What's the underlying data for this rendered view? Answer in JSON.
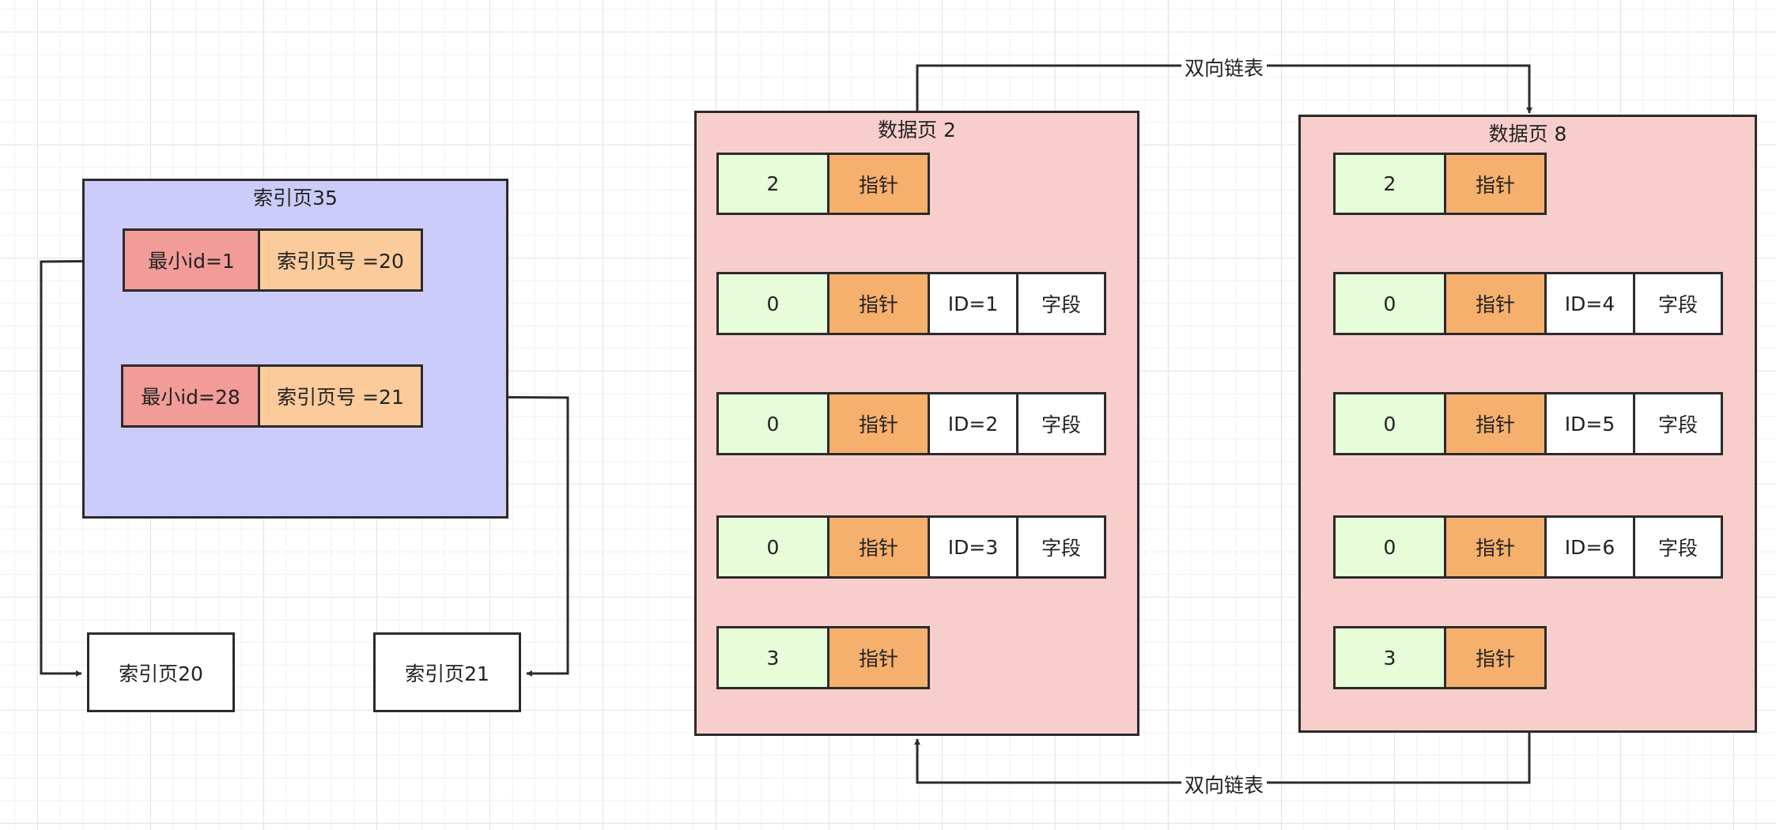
{
  "index_page": {
    "title": "索引页35",
    "entries": [
      {
        "min_id": "最小id=1",
        "page_no": "索引页号 =20"
      },
      {
        "min_id": "最小id=28",
        "page_no": "索引页号 =21"
      }
    ]
  },
  "child_pages": [
    "索引页20",
    "索引页21"
  ],
  "data_pages": [
    {
      "title": "数据页 2",
      "header": {
        "type": "2",
        "pointer": "指针"
      },
      "rows": [
        {
          "type": "0",
          "pointer": "指针",
          "id": "ID=1",
          "field": "字段"
        },
        {
          "type": "0",
          "pointer": "指针",
          "id": "ID=2",
          "field": "字段"
        },
        {
          "type": "0",
          "pointer": "指针",
          "id": "ID=3",
          "field": "字段"
        }
      ],
      "footer": {
        "type": "3",
        "pointer": "指针"
      }
    },
    {
      "title": "数据页 8",
      "header": {
        "type": "2",
        "pointer": "指针"
      },
      "rows": [
        {
          "type": "0",
          "pointer": "指针",
          "id": "ID=4",
          "field": "字段"
        },
        {
          "type": "0",
          "pointer": "指针",
          "id": "ID=5",
          "field": "字段"
        },
        {
          "type": "0",
          "pointer": "指针",
          "id": "ID=6",
          "field": "字段"
        }
      ],
      "footer": {
        "type": "3",
        "pointer": "指针"
      }
    }
  ],
  "links": {
    "top": "双向链表",
    "bottom": "双向链表"
  },
  "colors": {
    "index_bg": "#ccccfb",
    "min_id_cell": "#f19c99",
    "page_no_cell": "#fbcb9b",
    "data_bg": "#f8cecc",
    "type_cell": "#e7fcd8",
    "pointer_cell": "#f5b06e",
    "value_cell": "#ffffff",
    "line": "#2b2b2b"
  }
}
